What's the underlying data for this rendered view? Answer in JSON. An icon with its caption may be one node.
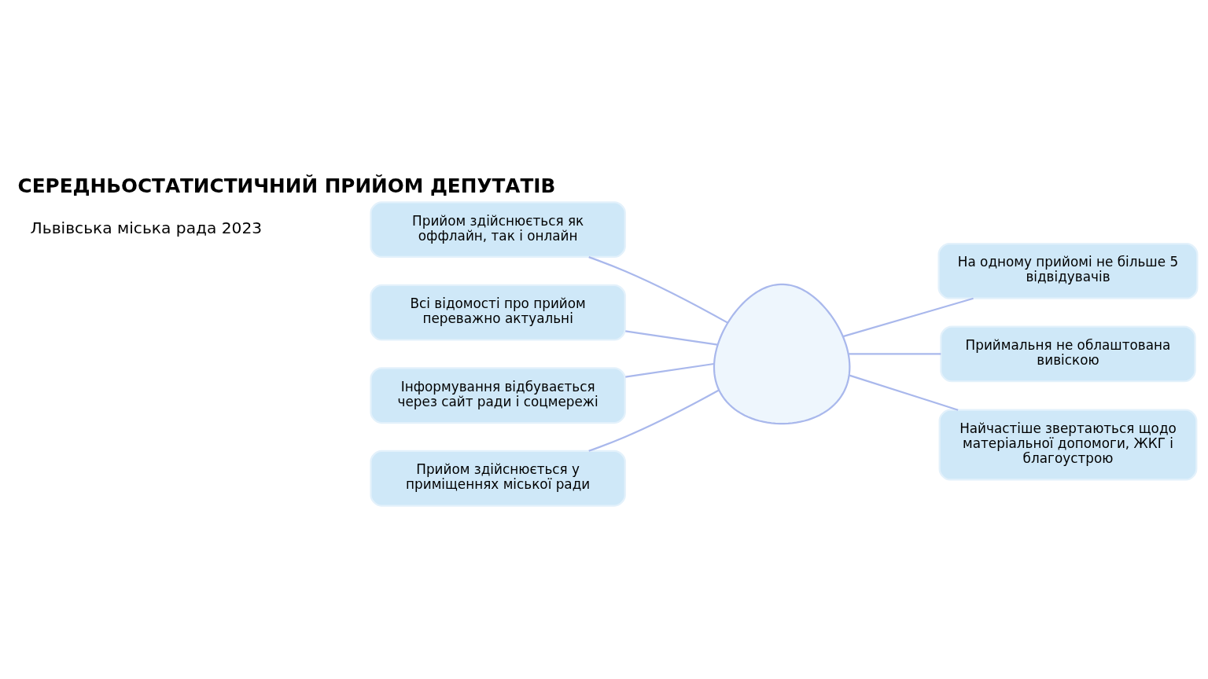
{
  "diagram": {
    "title": "СЕРЕДНЬОСТАТИСТИЧНИЙ ПРИЙОМ ДЕПУТАТІВ",
    "nodes": [
      {
        "text": [
          "Прийом здійснюється як оффлайн, так і онлайн"
        ]
      },
      {
        "text": [
          "Всі відомості про прийом переважно актуальні"
        ]
      },
      {
        "text": [
          "Інформування відбувається через сайт ради і соцмережі"
        ]
      },
      {
        "text": [
          "Прийом здійснюється у приміщеннях міської ради"
        ]
      },
      {
        "text": [],
        "shape": "person"
      },
      {
        "text": [
          "На одному прийомі не більше 5 відвідувачів"
        ]
      },
      {
        "text": [
          "Приймальня не облаштована вивіскою"
        ]
      },
      {
        "text": [
          "Найчастіше звертаються щодо матеріальної допомоги, ЖКГ і благоустрою"
        ]
      }
    ],
    "edges": [
      {
        "from": 0,
        "to": 4,
        "arrow": "none"
      },
      {
        "from": 1,
        "to": 4,
        "arrow": "none"
      },
      {
        "from": 2,
        "to": 4,
        "arrow": "none"
      },
      {
        "from": 3,
        "to": 4,
        "arrow": "none"
      },
      {
        "from": 4,
        "to": 5,
        "arrow": "none"
      },
      {
        "from": 4,
        "to": 6,
        "arrow": "none"
      },
      {
        "from": 4,
        "to": 7,
        "arrow": "none"
      }
    ],
    "labels": [
      "Львівська міська рада 2023"
    ]
  }
}
